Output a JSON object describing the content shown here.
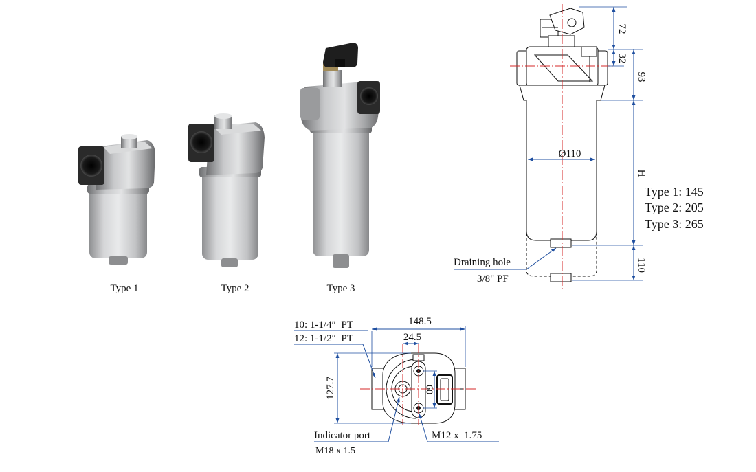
{
  "colors": {
    "dimension_line": "#1f4fa0",
    "center_line": "#d62828",
    "outline": "#111111"
  },
  "photos": {
    "type_1": "Type 1",
    "type_2": "Type 2",
    "type_3": "Type 3"
  },
  "side_view": {
    "dim_connector": "72",
    "dim_inlet_center": "32",
    "dim_head": "93",
    "dim_body": "H",
    "dim_drain_extension": "110",
    "dim_diameter": "Ø110",
    "body_heights": [
      "Type 1: 145",
      "Type 2: 205",
      "Type 3: 265"
    ],
    "drain_label": "Draining hole",
    "drain_thread": "3/8\" PF"
  },
  "top_view": {
    "port_size_10": "10: 1-1/4″  PT",
    "port_size_12": "12: 1-1/2″  PT",
    "dim_width": "148.5",
    "dim_bolt_offset": "24.5",
    "dim_depth": "127.7",
    "dim_bolt_spacing": "60",
    "indicator_label": "Indicator port",
    "indicator_thread": "M18 x 1.5",
    "bolt_thread": "M12 x  1.75"
  }
}
